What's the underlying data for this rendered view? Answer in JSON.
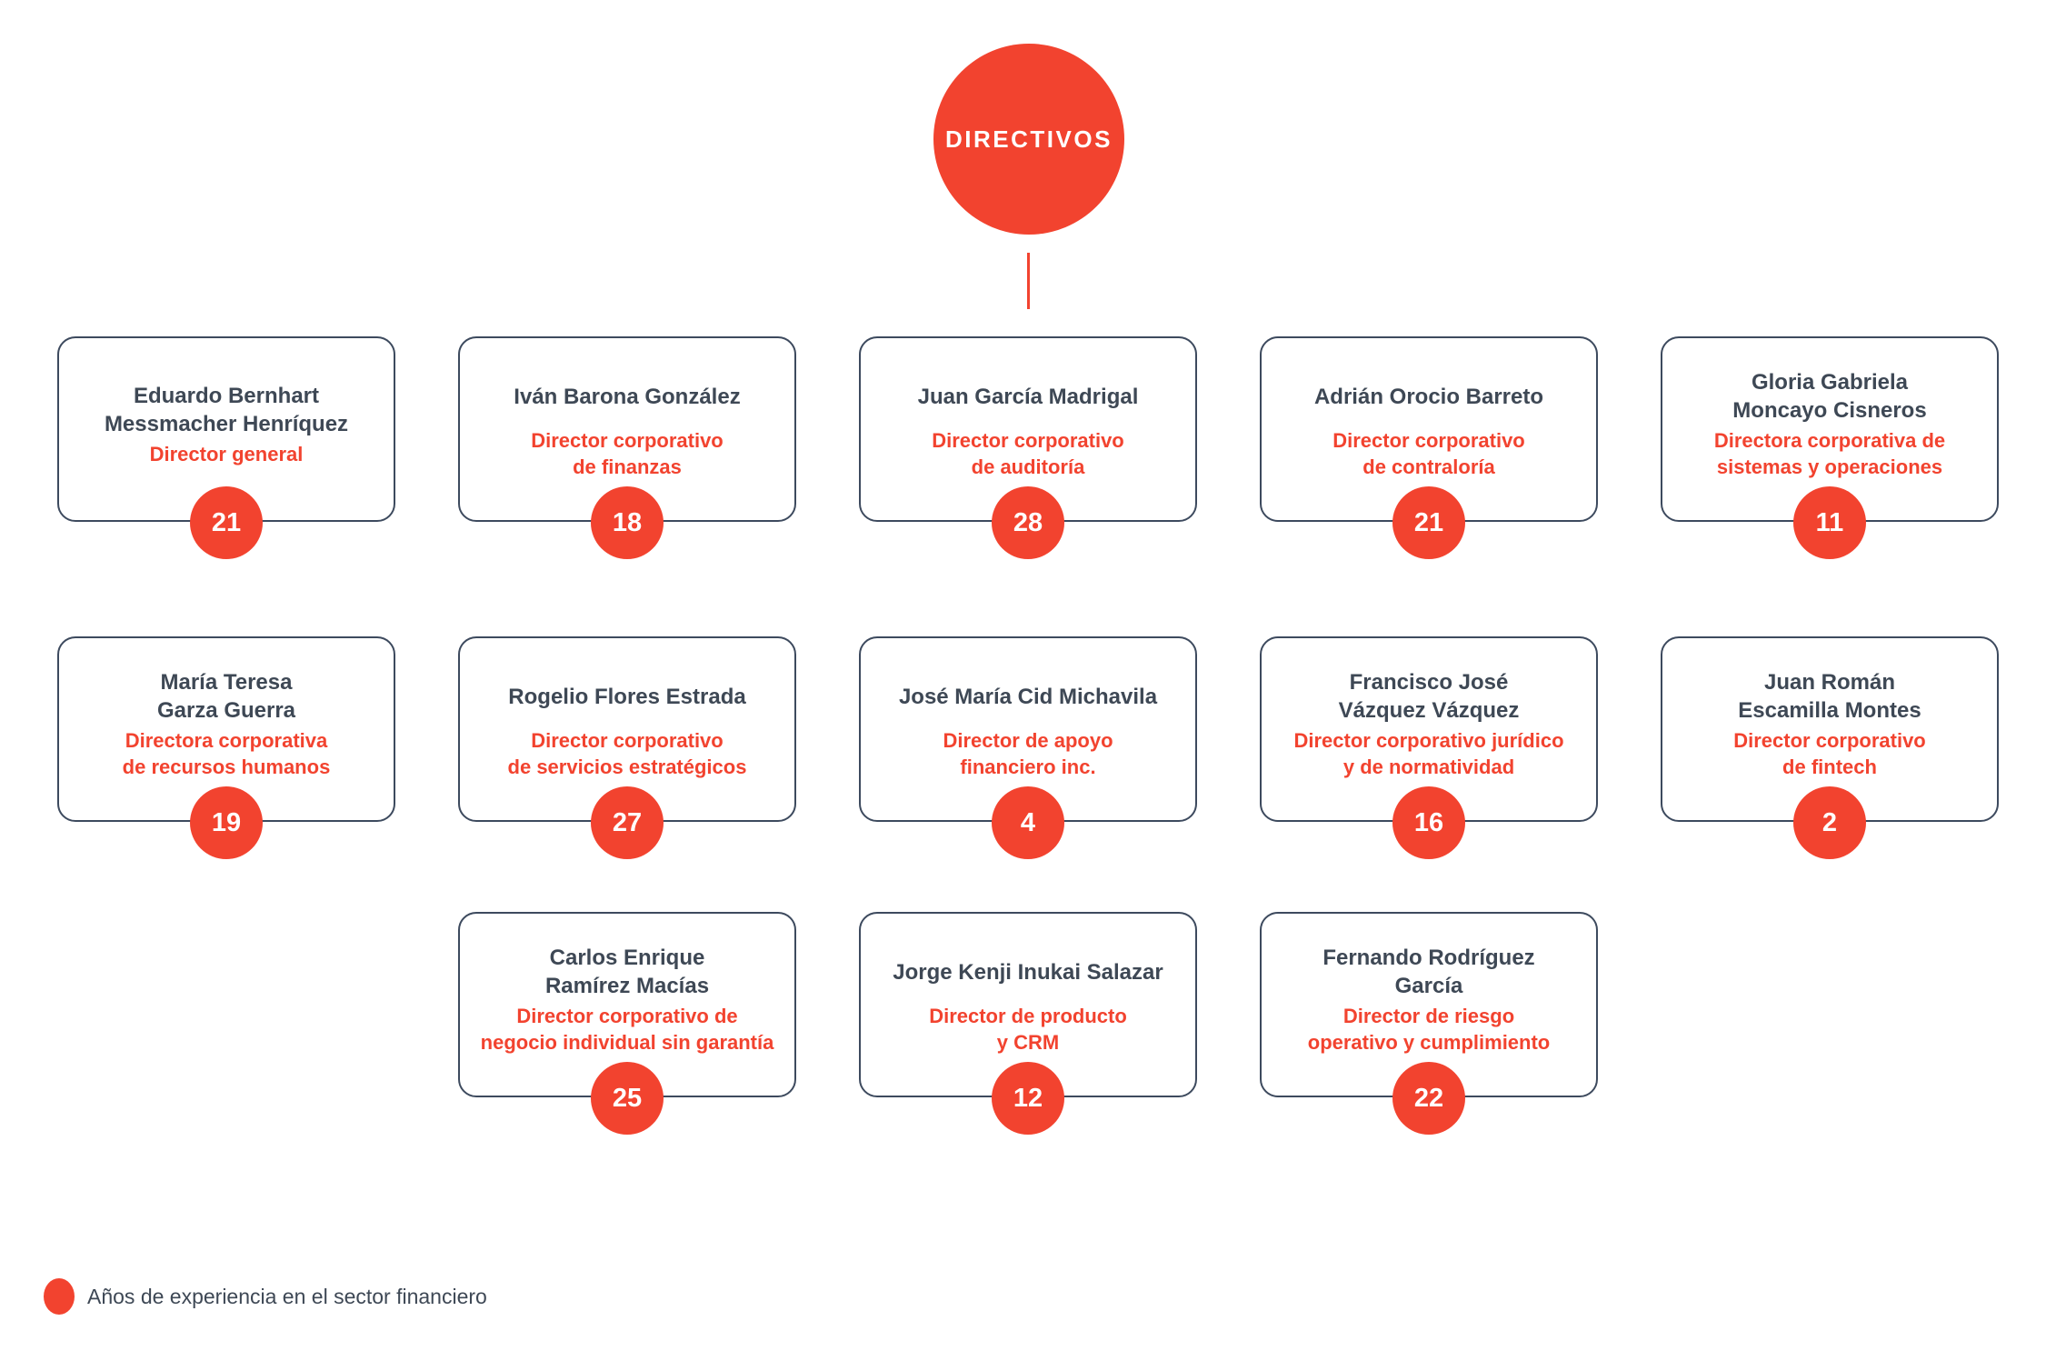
{
  "root": {
    "title": "DIRECTIVOS"
  },
  "legend": {
    "label": "Años de experiencia en el sector financiero"
  },
  "colors": {
    "accent_red": "#F2432F",
    "text_navy": "#3E4855",
    "card_border": "#3D4A5E",
    "badge_text": "#FFFFFF"
  },
  "cards": [
    {
      "row": 0,
      "col": 0,
      "name_lines": [
        "Eduardo Bernhart",
        "Messmacher Henríquez"
      ],
      "title_lines": [
        "Director general"
      ],
      "years": "21"
    },
    {
      "row": 0,
      "col": 1,
      "name_lines": [
        "Iván Barona González"
      ],
      "title_lines": [
        "Director corporativo",
        "de finanzas"
      ],
      "years": "18"
    },
    {
      "row": 0,
      "col": 2,
      "name_lines": [
        "Juan García Madrigal"
      ],
      "title_lines": [
        "Director corporativo",
        "de auditoría"
      ],
      "years": "28"
    },
    {
      "row": 0,
      "col": 3,
      "name_lines": [
        "Adrián Orocio Barreto"
      ],
      "title_lines": [
        "Director corporativo",
        "de contraloría"
      ],
      "years": "21"
    },
    {
      "row": 0,
      "col": 4,
      "name_lines": [
        "Gloria Gabriela",
        "Moncayo Cisneros"
      ],
      "title_lines": [
        "Directora corporativa de",
        "sistemas y operaciones"
      ],
      "years": "11"
    },
    {
      "row": 1,
      "col": 0,
      "name_lines": [
        "María Teresa",
        "Garza Guerra"
      ],
      "title_lines": [
        "Directora corporativa",
        "de recursos humanos"
      ],
      "years": "19"
    },
    {
      "row": 1,
      "col": 1,
      "name_lines": [
        "Rogelio Flores Estrada"
      ],
      "title_lines": [
        "Director corporativo",
        "de servicios estratégicos"
      ],
      "years": "27"
    },
    {
      "row": 1,
      "col": 2,
      "name_lines": [
        "José María Cid Michavila"
      ],
      "title_lines": [
        "Director de apoyo",
        "financiero inc."
      ],
      "years": "4"
    },
    {
      "row": 1,
      "col": 3,
      "name_lines": [
        "Francisco José",
        "Vázquez Vázquez"
      ],
      "title_lines": [
        "Director corporativo jurídico",
        "y de normatividad"
      ],
      "years": "16"
    },
    {
      "row": 1,
      "col": 4,
      "name_lines": [
        "Juan Román",
        "Escamilla Montes"
      ],
      "title_lines": [
        "Director corporativo",
        "de fintech"
      ],
      "years": "2"
    },
    {
      "row": 2,
      "col": 1,
      "name_lines": [
        "Carlos Enrique",
        "Ramírez Macías"
      ],
      "title_lines": [
        "Director corporativo de",
        "negocio individual sin garantía"
      ],
      "years": "25"
    },
    {
      "row": 2,
      "col": 2,
      "name_lines": [
        "Jorge Kenji Inukai Salazar"
      ],
      "title_lines": [
        "Director de producto",
        "y CRM"
      ],
      "years": "12"
    },
    {
      "row": 2,
      "col": 3,
      "name_lines": [
        "Fernando Rodríguez",
        "García"
      ],
      "title_lines": [
        "Director de riesgo",
        "operativo y cumplimiento"
      ],
      "years": "22"
    }
  ]
}
